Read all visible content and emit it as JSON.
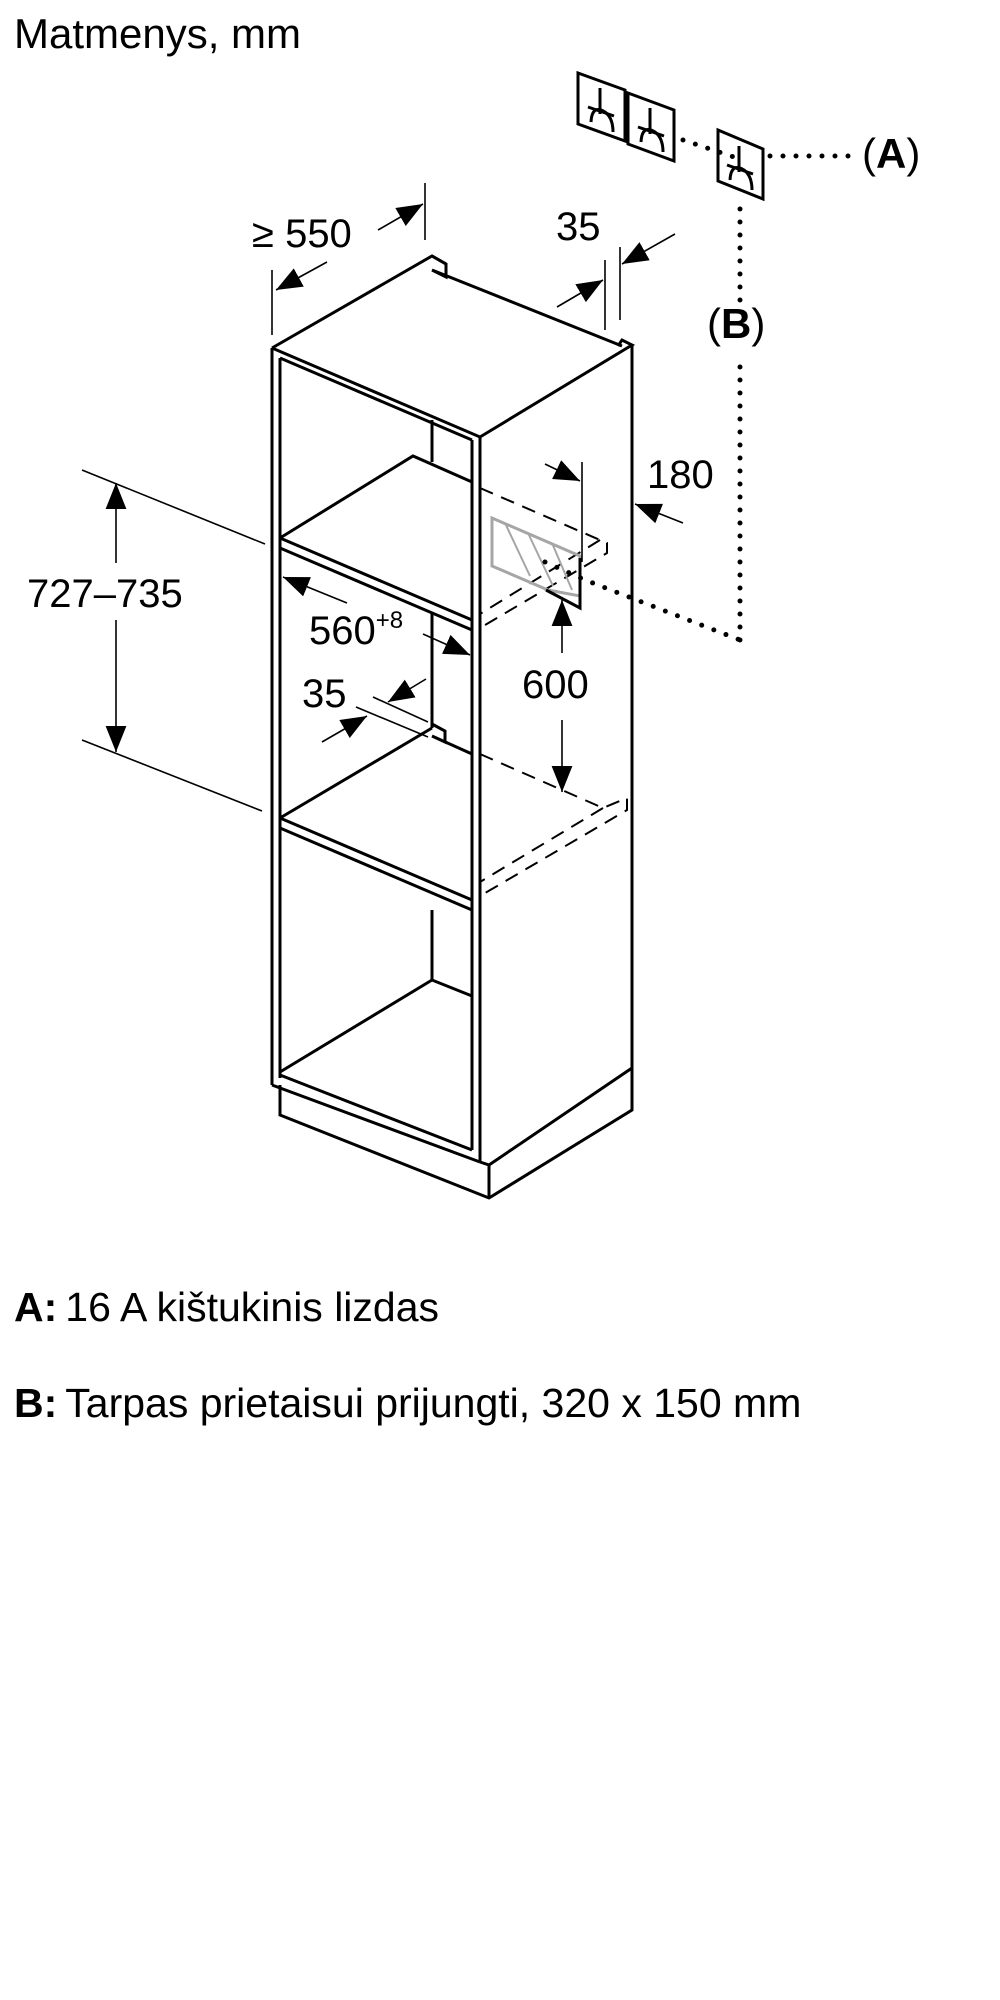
{
  "title": "Matmenys, mm",
  "colors": {
    "line": "#000000",
    "background": "#ffffff",
    "cutout_outline": "#a6a6a6"
  },
  "diagram": {
    "type": "isometric built-in cabinet installation drawing",
    "icons": [
      "socket-icon",
      "socket-icon",
      "socket-icon",
      "hatched-cutout-icon"
    ],
    "dimensions": {
      "depth_min": "≥ 550",
      "back_gap_top": "35",
      "niche_height": "727–735",
      "niche_width": "560",
      "niche_width_tolerance": "+8",
      "back_gap_bottom": "35",
      "shelf_spacing": "600",
      "cutout_offset": "180"
    },
    "callouts": {
      "a": "(A)",
      "a_letter": "A",
      "b": "(B)",
      "b_letter": "B"
    }
  },
  "legend": [
    {
      "key": "A:",
      "text": "16 A kištukinis lizdas"
    },
    {
      "key": "B:",
      "text": "Tarpas prietaisui prijungti, 320 x 150 mm"
    }
  ]
}
